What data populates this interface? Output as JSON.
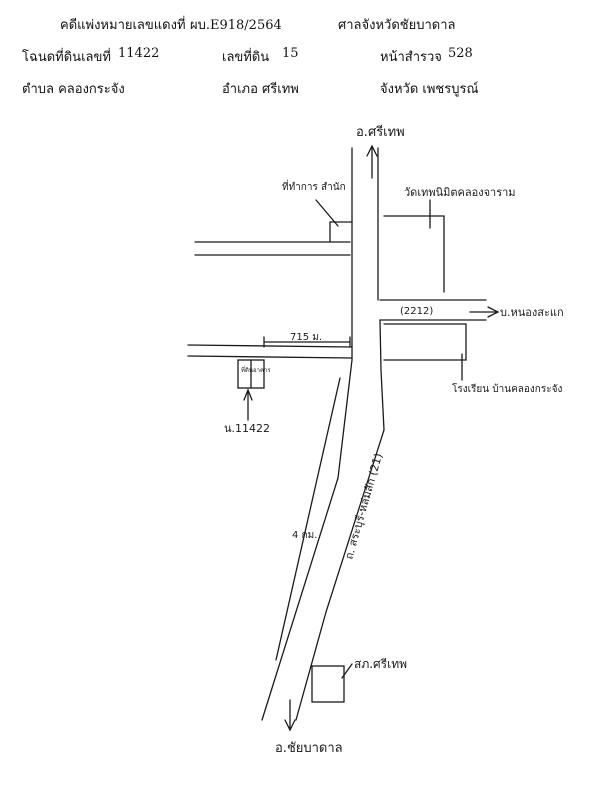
{
  "header": {
    "case_label": "คดีแพ่งหมายเลขแดงที่",
    "case_no": "ผบ.E918/2564",
    "court": "ศาลจังหวัดชัยบาดาล",
    "deed_label": "โฉนดที่ดินเลขที่",
    "deed_no": "11422",
    "land_label": "เลขที่ดิน",
    "land_no": "15",
    "survey_label": "หน้าสำรวจ",
    "survey_no": "528",
    "subdistrict": "ตำบล คลองกระจัง",
    "district": "อำเภอ ศรีเทพ",
    "province": "จังหวัด เพชรบูรณ์"
  },
  "map": {
    "to_north": "อ.ศรีเทพ",
    "to_south": "อ.ชัยบาดาล",
    "to_east": "บ.หนองสะแก",
    "temple": "วัดเทพนิมิตคลองจาราม",
    "office": "ที่ทำการ สำนัก",
    "school": "โรงเรียน บ้านคลองกระจัง",
    "road_code": "(2212)",
    "highway": "ถ. สระบุรี-หล่มสัก (21)",
    "distance": "715 ม.",
    "plot": "น.11422",
    "plot_tag_1": "ที่ดิน",
    "plot_tag_2": "อาคาร",
    "police": "สภ.ศรีเทพ",
    "frontage": "4 กม."
  }
}
